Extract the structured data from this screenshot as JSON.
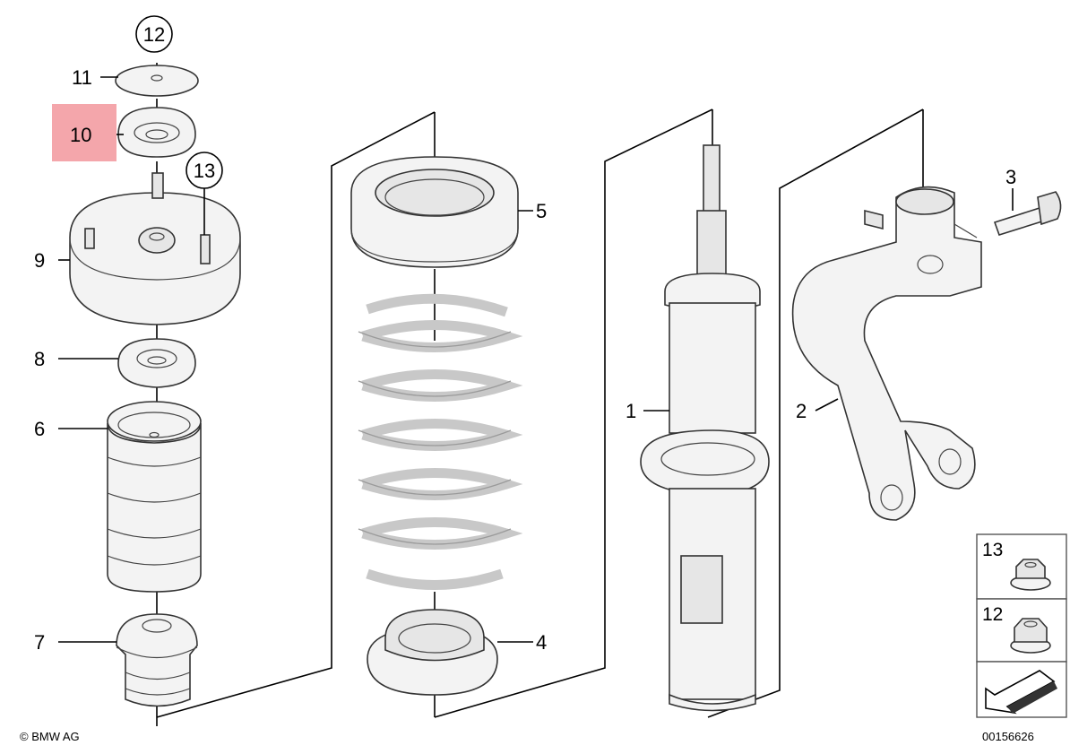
{
  "diagram": {
    "callouts": [
      {
        "id": "c12",
        "label": "12",
        "style": "circle"
      },
      {
        "id": "c11",
        "label": "11",
        "style": "plain"
      },
      {
        "id": "c10",
        "label": "10",
        "style": "highlighted"
      },
      {
        "id": "c13",
        "label": "13",
        "style": "circle"
      },
      {
        "id": "c9",
        "label": "9",
        "style": "plain"
      },
      {
        "id": "c8",
        "label": "8",
        "style": "plain"
      },
      {
        "id": "c6",
        "label": "6",
        "style": "plain"
      },
      {
        "id": "c7",
        "label": "7",
        "style": "plain"
      },
      {
        "id": "c5",
        "label": "5",
        "style": "plain"
      },
      {
        "id": "c4",
        "label": "4",
        "style": "plain"
      },
      {
        "id": "c1",
        "label": "1",
        "style": "plain"
      },
      {
        "id": "c2",
        "label": "2",
        "style": "plain"
      },
      {
        "id": "c3",
        "label": "3",
        "style": "plain"
      }
    ],
    "nut_boxes": [
      {
        "label": "13"
      },
      {
        "label": "12"
      }
    ],
    "copyright": "© BMW AG",
    "diagram_number": "00156626",
    "colors": {
      "highlight": "#f4a6ab",
      "line": "#000000",
      "part_fill": "#f3f3f3",
      "spring": "#c8c8c8"
    }
  }
}
